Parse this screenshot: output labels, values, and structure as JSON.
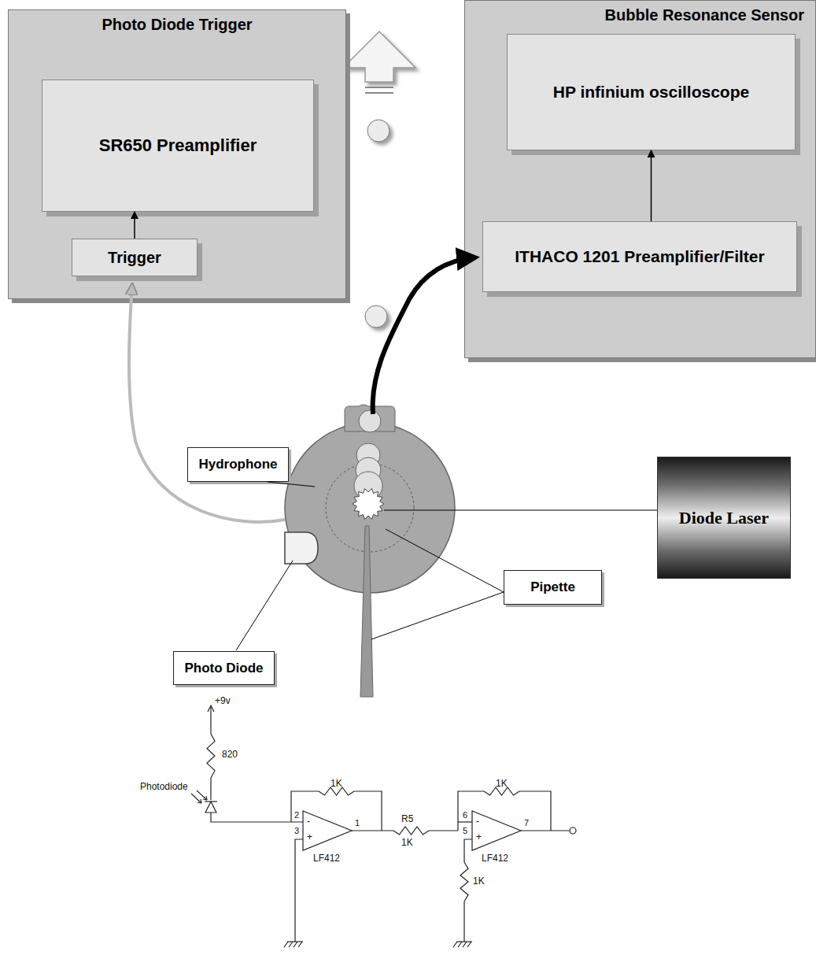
{
  "diagram": {
    "nodes": [
      {
        "text": [
          "Photo Diode Trigger"
        ]
      },
      {
        "text": [
          "SR650 Preamplifier"
        ],
        "in": 0
      },
      {
        "text": [
          "Trigger"
        ],
        "in": 0
      },
      {
        "text": [
          "Bubble Resonance Sensor"
        ]
      },
      {
        "text": [
          "HP infinium oscilloscope"
        ],
        "in": 3
      },
      {
        "text": [
          "ITHACO 1201 Preamplifier/Filter"
        ],
        "in": 3
      },
      {
        "text": [
          "Hydrophone"
        ]
      },
      {
        "text": [
          "Photo Diode"
        ]
      },
      {
        "text": [
          "Pipette"
        ]
      },
      {
        "text": [
          "Diode Laser"
        ]
      }
    ],
    "edges": [
      {
        "from": 2,
        "to": 1,
        "arrow": "to"
      },
      {
        "from": 5,
        "to": 4,
        "arrow": "to"
      }
    ],
    "labels": [
      "+9v",
      "820",
      "Photodiode",
      "1K",
      "2",
      "3",
      "1",
      "LF412",
      "R5",
      "1K",
      "6",
      "5",
      "7",
      "LF412",
      "1K",
      "1K",
      "-",
      "+",
      "-",
      "+"
    ]
  }
}
